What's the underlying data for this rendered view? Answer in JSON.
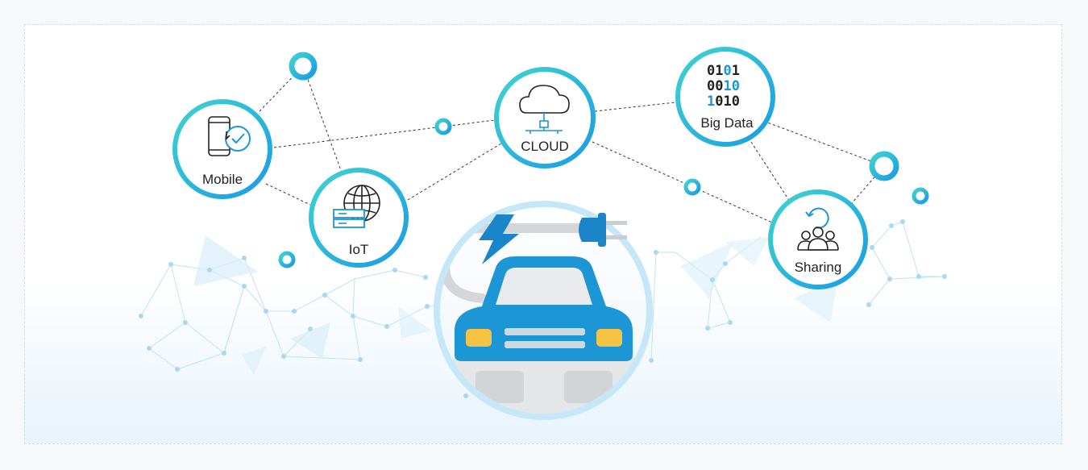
{
  "nodes": {
    "mobile": {
      "label": "Mobile"
    },
    "iot": {
      "label": "IoT"
    },
    "cloud": {
      "label": "CLOUD"
    },
    "big_data": {
      "label": "Big Data",
      "bits": [
        [
          "0",
          "1",
          "0",
          "1"
        ],
        [
          "0",
          "0",
          "1",
          "0"
        ],
        [
          "1",
          "0",
          "1",
          "0"
        ]
      ]
    },
    "sharing": {
      "label": "Sharing"
    }
  },
  "colors": {
    "ring_start": "#3fd3cf",
    "ring_end": "#1a9ce4",
    "accent": "#1d96d6",
    "car_body": "#1d96d6",
    "headlight": "#f6c444",
    "bolt": "#1a86c9"
  }
}
